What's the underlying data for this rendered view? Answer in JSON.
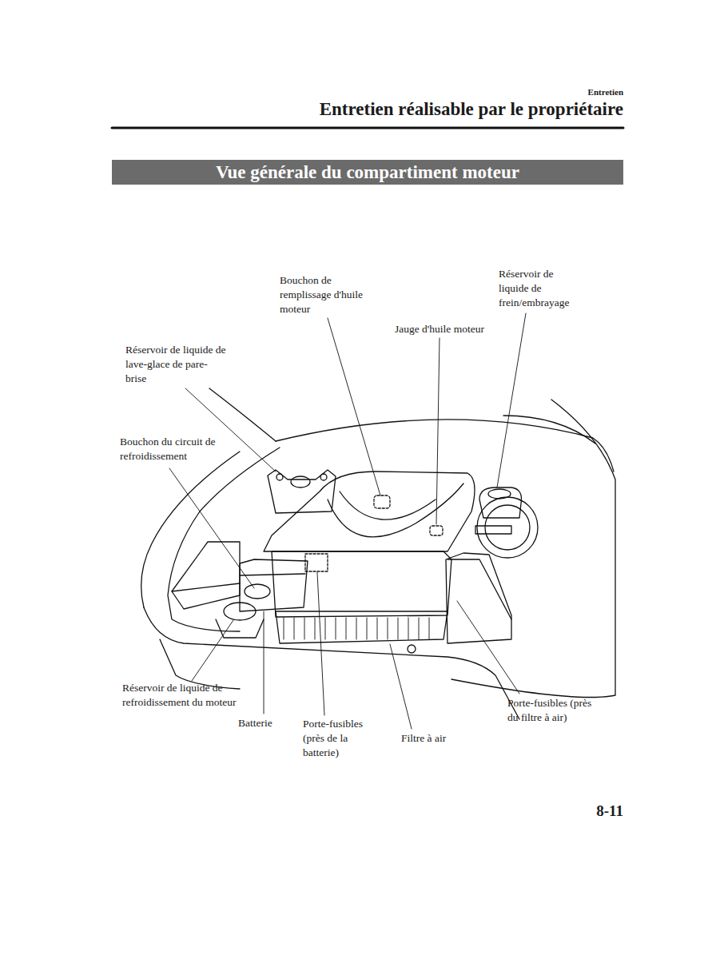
{
  "diagram": {
    "nodes": [
      {
        "text": [
          "Vue générale du compartiment moteur"
        ]
      }
    ],
    "edges": [],
    "labels": [
      "Entretien",
      "Entretien réalisable par le propriétaire",
      "Bouchon de remplissage d'huile moteur",
      "Réservoir de liquide de frein/embrayage",
      "Jauge d'huile moteur",
      "Réservoir de liquide de lave-glace de pare-brise",
      "Bouchon du circuit de refroidissement",
      "Réservoir de liquide de refroidissement du moteur",
      "Batterie",
      "Porte-fusibles (près de la batterie)",
      "Filtre à air",
      "Porte-fusibles (près du filtre à air)",
      "8-11"
    ]
  }
}
